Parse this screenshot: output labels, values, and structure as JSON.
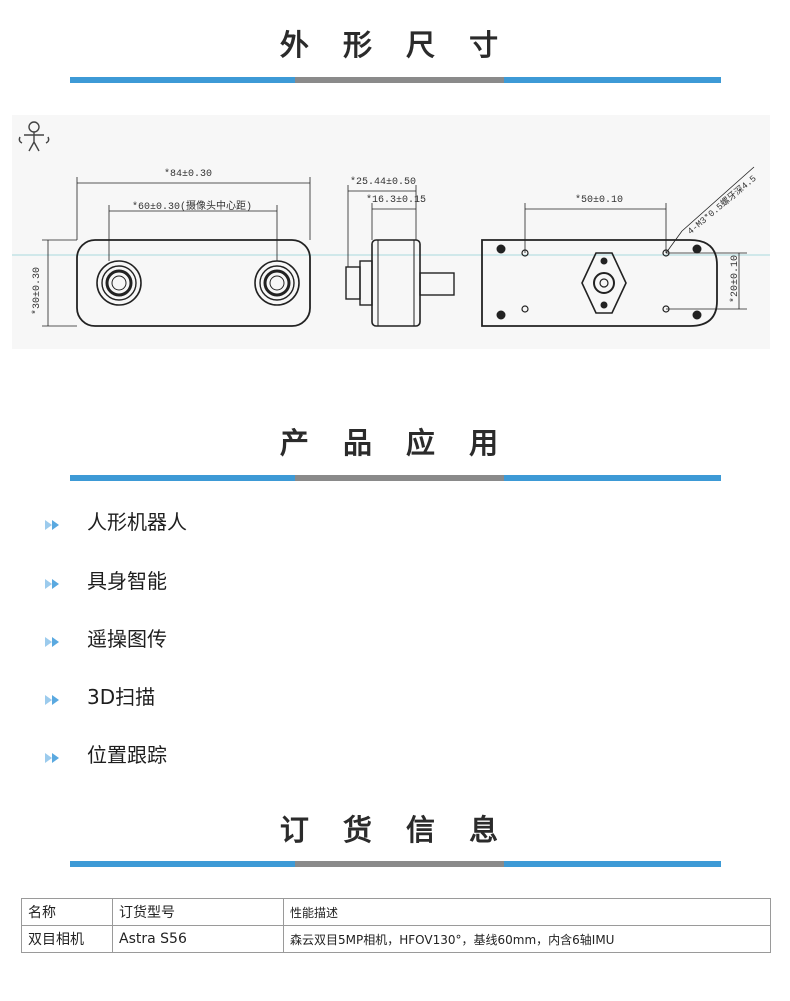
{
  "sections": {
    "dimensions_title": "外 形 尺 寸",
    "applications_title": "产 品 应 用",
    "ordering_title": "订 货 信 息"
  },
  "drawing": {
    "front": {
      "overall_width": "*84±0.30",
      "baseline": "*60±0.30(摄像头中心距)",
      "height": "*30±0.30"
    },
    "side": {
      "depth": "*25.44±0.50",
      "body_depth": "*16.3±0.15"
    },
    "back": {
      "hole_spacing_x": "*50±0.10",
      "hole_spacing_y": "*20±0.10",
      "screw_spec": "4-M3*0.5螺牙深4.5"
    }
  },
  "applications": [
    "人形机器人",
    "具身智能",
    "遥操图传",
    "3D扫描",
    "位置跟踪"
  ],
  "order_table": {
    "headers": [
      "名称",
      "订货型号",
      "性能描述"
    ],
    "rows": [
      [
        "双目相机",
        "Astra S56",
        "森云双目5MP相机，HFOV130°，基线60mm，内含6轴IMU"
      ]
    ]
  },
  "colors": {
    "accent_blue": "#3d9ad6",
    "divider_gray": "#8a8a8a",
    "bullet_blue": "#5aa9e0"
  }
}
